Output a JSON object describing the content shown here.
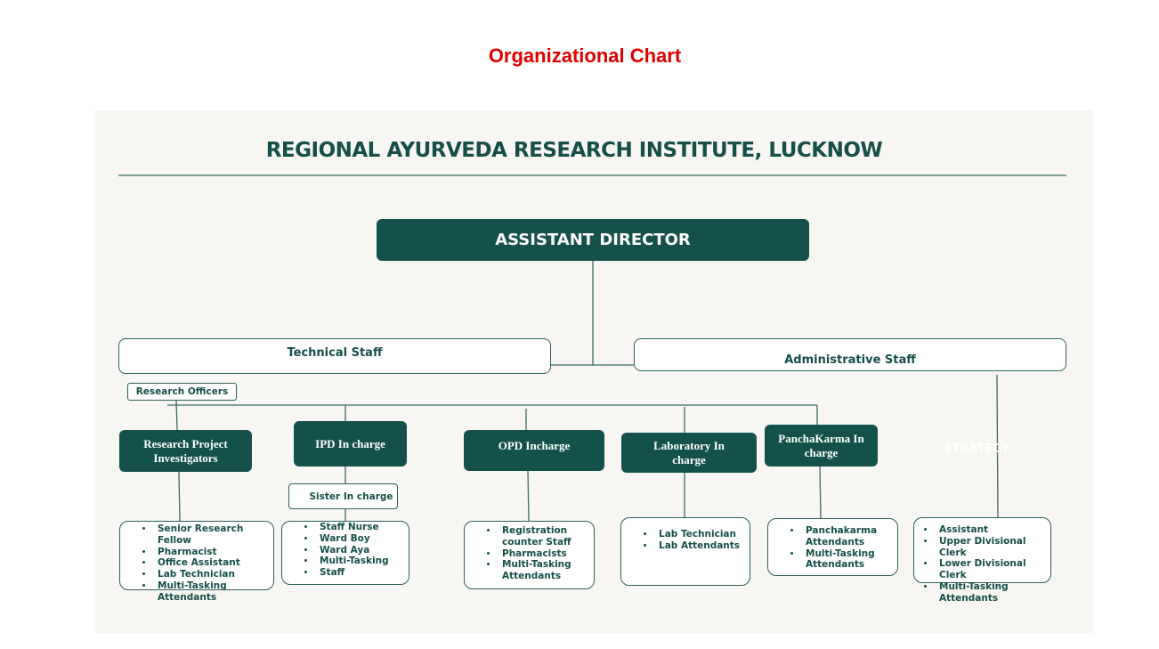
{
  "title": "Organizational Chart",
  "heading": "REGIONAL AYURVEDA RESEARCH INSTITUTE, LUCKNOW",
  "watermark": "STRATEGY",
  "colors": {
    "title": "#e00000",
    "dark_box": "#13514a",
    "heading": "#164f48",
    "panel": "#f7f6f2"
  },
  "top": "ASSISTANT DIRECTOR",
  "technical": "Technical Staff",
  "administrative": "Administrative Staff",
  "research_officers": "Research Officers",
  "sister": "Sister In charge",
  "units": [
    {
      "label": "Research Project Investigators",
      "items": [
        "Senior Research Fellow",
        "Pharmacist",
        "Office Assistant",
        " Lab Technician",
        "Multi-Tasking Attendants"
      ]
    },
    {
      "label": "IPD In charge",
      "items": [
        "Staff Nurse",
        "Ward Boy",
        "Ward Aya",
        "Multi-Tasking",
        "Staff"
      ]
    },
    {
      "label": "OPD Incharge",
      "items": [
        "Registration counter Staff",
        "Pharmacists",
        "Multi-Tasking Attendants"
      ]
    },
    {
      "label": "Laboratory In charge",
      "items": [
        "Lab Technician",
        "Lab Attendants"
      ]
    },
    {
      "label": "PanchaKarma In charge",
      "items": [
        "Panchakarma Attendants",
        "Multi-Tasking Attendants"
      ]
    }
  ],
  "admin_items": [
    "Assistant",
    "Upper Divisional Clerk",
    "Lower Divisional Clerk",
    "Multi-Tasking Attendants"
  ]
}
